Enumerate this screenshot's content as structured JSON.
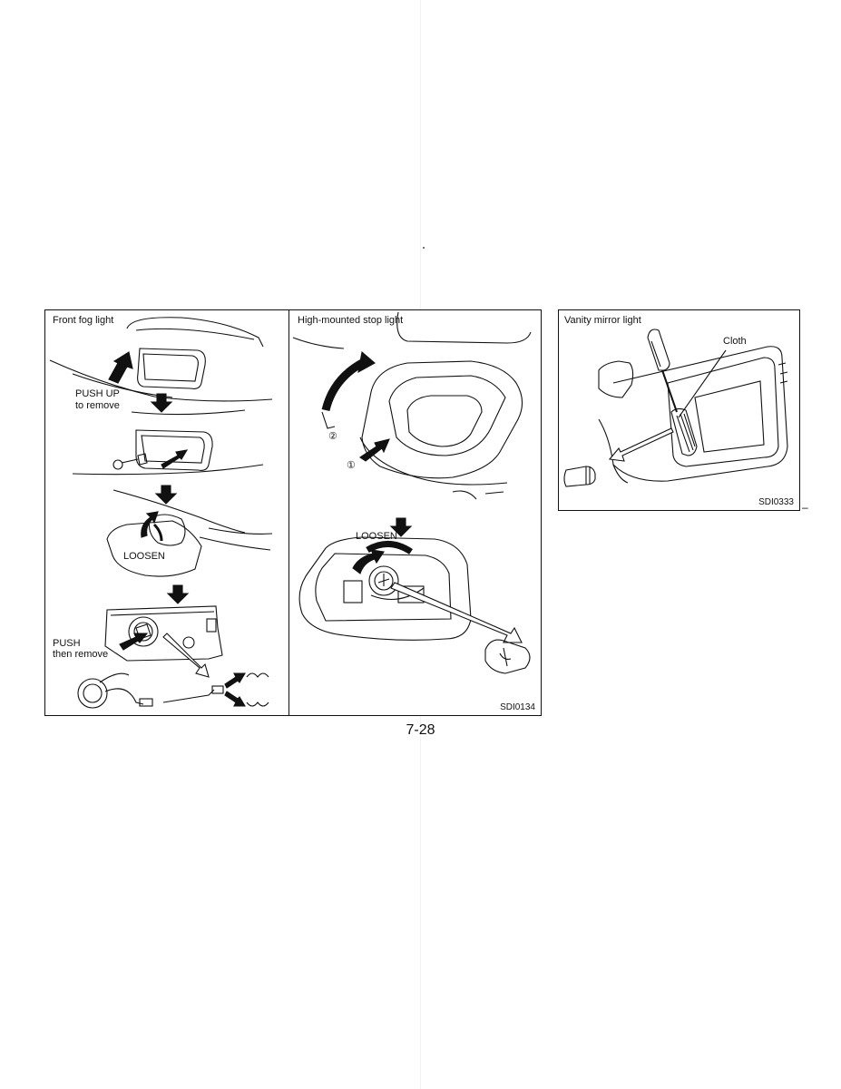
{
  "figures": {
    "main": {
      "code": "SDI0134",
      "fog": {
        "title": "Front fog light",
        "push_up": "PUSH UP",
        "to_remove": "to remove",
        "loosen": "LOOSEN",
        "push": "PUSH",
        "then_remove": "then remove"
      },
      "stop": {
        "title": "High-mounted stop light",
        "step2": "②",
        "step1": "①",
        "loosen": "LOOSEN"
      }
    },
    "vanity": {
      "title": "Vanity mirror light",
      "cloth": "Cloth",
      "code": "SDI0333"
    }
  },
  "page": {
    "number": "7-28",
    "dash": "–"
  }
}
